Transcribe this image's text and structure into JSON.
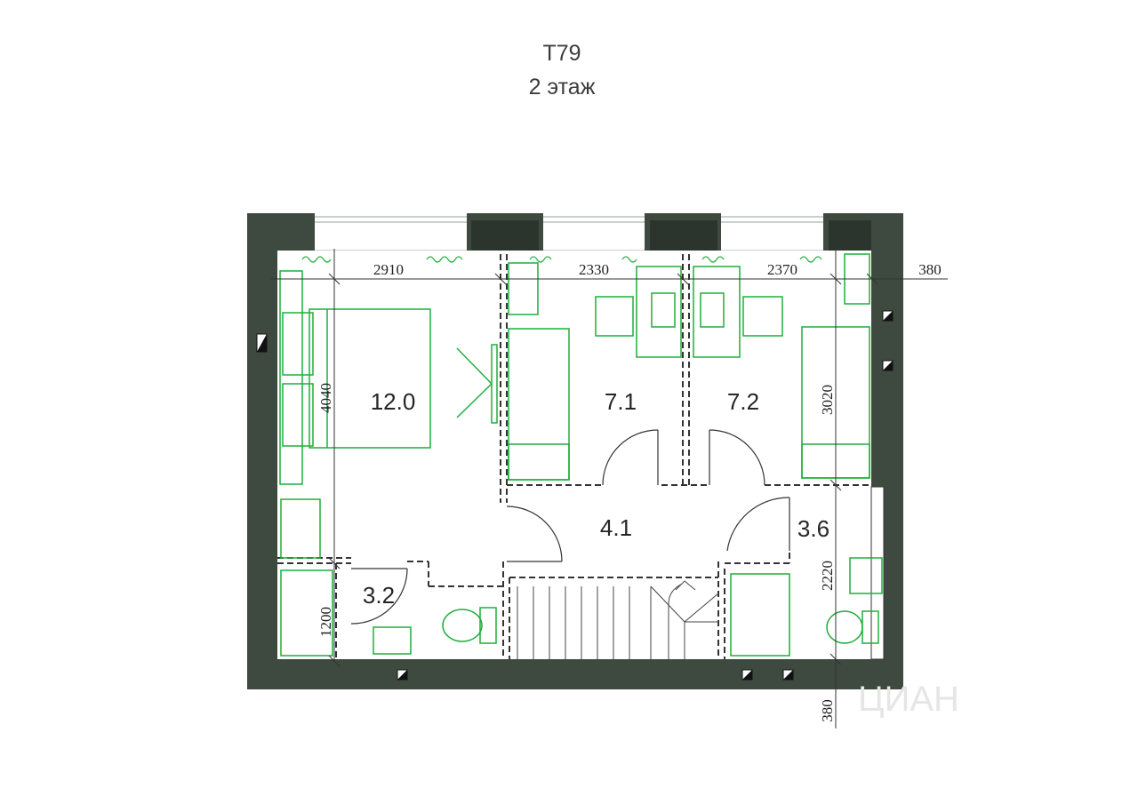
{
  "header": {
    "title": "T79",
    "subtitle": "2 этаж"
  },
  "rooms": {
    "bedroom_main": "12.0",
    "bedroom_2": "7.1",
    "bedroom_3": "7.2",
    "hall": "4.1",
    "bath_1": "3.2",
    "bath_2": "3.6"
  },
  "dimensions": {
    "top_left": "2910",
    "top_mid": "2330",
    "top_right": "2370",
    "right_outer": "380",
    "left_height": "4040",
    "right_height": "3020",
    "bath_left": "1200",
    "bath_right": "2220",
    "bottom_outer": "380"
  },
  "watermark": "ЦИАН",
  "colors": {
    "wall": "#3e4a3f",
    "furniture": "#1fae3c",
    "dashed": "#333333"
  }
}
